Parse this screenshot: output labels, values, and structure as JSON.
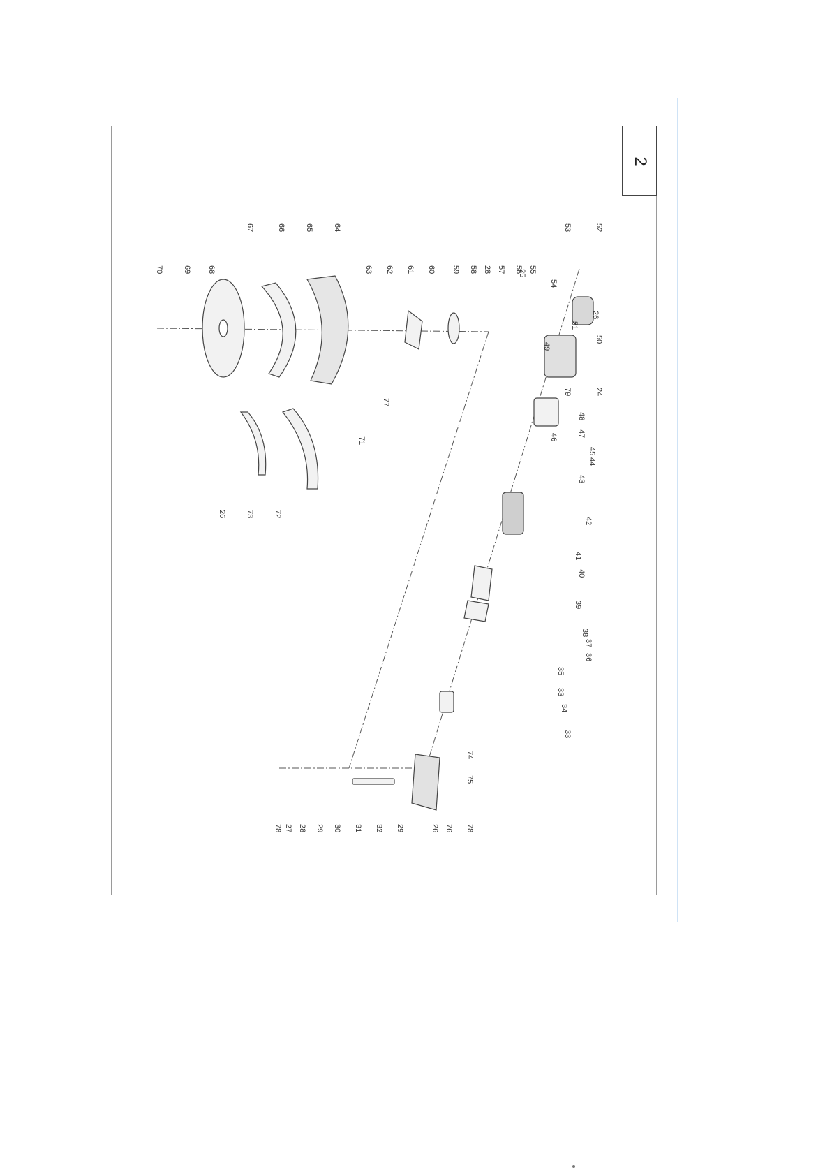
{
  "page": {
    "diagram_number": "2",
    "part_labels": [
      "70",
      "69",
      "68",
      "67",
      "66",
      "65",
      "64",
      "63",
      "62",
      "61",
      "60",
      "59",
      "58",
      "28",
      "57",
      "56",
      "55",
      "77",
      "71",
      "72",
      "73",
      "26",
      "53",
      "52",
      "25",
      "54",
      "26",
      "51",
      "50",
      "49",
      "24",
      "79",
      "48",
      "47",
      "46",
      "45",
      "44",
      "43",
      "42",
      "41",
      "40",
      "39",
      "38",
      "37",
      "36",
      "35",
      "33",
      "34",
      "33",
      "74",
      "75",
      "78",
      "76",
      "26",
      "29",
      "32",
      "31",
      "30",
      "29",
      "28",
      "27",
      "78"
    ]
  },
  "colors": {
    "ink": "#333333",
    "frame": "#9a9a9a",
    "accent_rule": "#cfe3f6"
  }
}
